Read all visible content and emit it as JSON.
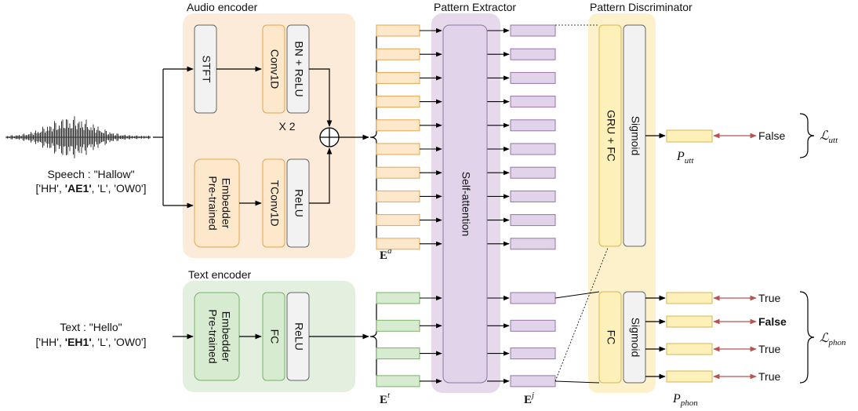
{
  "regions": {
    "audio_encoder": "Audio encoder",
    "text_encoder": "Text encoder",
    "pattern_extractor": "Pattern Extractor",
    "pattern_discriminator": "Pattern Discriminator"
  },
  "blocks": {
    "stft": "STFT",
    "conv1d": "Conv1D",
    "bn_relu": "BN + ReLU",
    "repeat": "X 2",
    "pretrained_embedder_line1": "Pre-trained",
    "pretrained_embedder_line2": "Embedder",
    "tconv1d": "TConv1D",
    "relu": "ReLU",
    "fc": "FC",
    "self_attention": "Self-attention",
    "gru_fc": "GRU + FC",
    "sigmoid": "Sigmoid"
  },
  "inputs": {
    "speech_line1": "Speech : \"Hallow\"",
    "speech_phon_prefix": "['HH', ",
    "speech_phon_bold": "'AE1'",
    "speech_phon_suffix": ", 'L', 'OW0']",
    "text_line1": "Text : \"Hello\"",
    "text_phon_prefix": "['HH', ",
    "text_phon_bold": "'EH1'",
    "text_phon_suffix": ", 'L', 'OW0']"
  },
  "embeddings": {
    "E_a_base": "E",
    "E_a_sup": "a",
    "E_t_base": "E",
    "E_t_sup": "t",
    "E_j_base": "E",
    "E_j_sup": "j"
  },
  "outputs": {
    "utt_result": "False",
    "phon_results": [
      "True",
      "False",
      "True",
      "True"
    ],
    "p_utt_base": "P",
    "p_utt_sub": "utt",
    "p_phon_base": "P",
    "p_phon_sub": "phon",
    "loss_utt_base": "ℒ",
    "loss_utt_sub": "utt",
    "loss_phon_base": "ℒ",
    "loss_phon_sub": "phon"
  },
  "colors": {
    "audio_bg": "#fdebd9",
    "text_bg": "#e3f0df",
    "extractor_bg": "#e6d9ec",
    "discriminator_bg": "#fdf1cc",
    "orange_box": "#fde8cc",
    "orange_border": "#e5a54b",
    "green_box": "#d6ebcf",
    "green_border": "#7ab26a",
    "purple_box": "#e1d3ea",
    "purple_border": "#9673a6",
    "yellow_box": "#fdf0b8",
    "yellow_border": "#d6b655",
    "gray_box": "#f2f2f2",
    "gray_border": "#666666",
    "red_arrow": "#b85450"
  }
}
